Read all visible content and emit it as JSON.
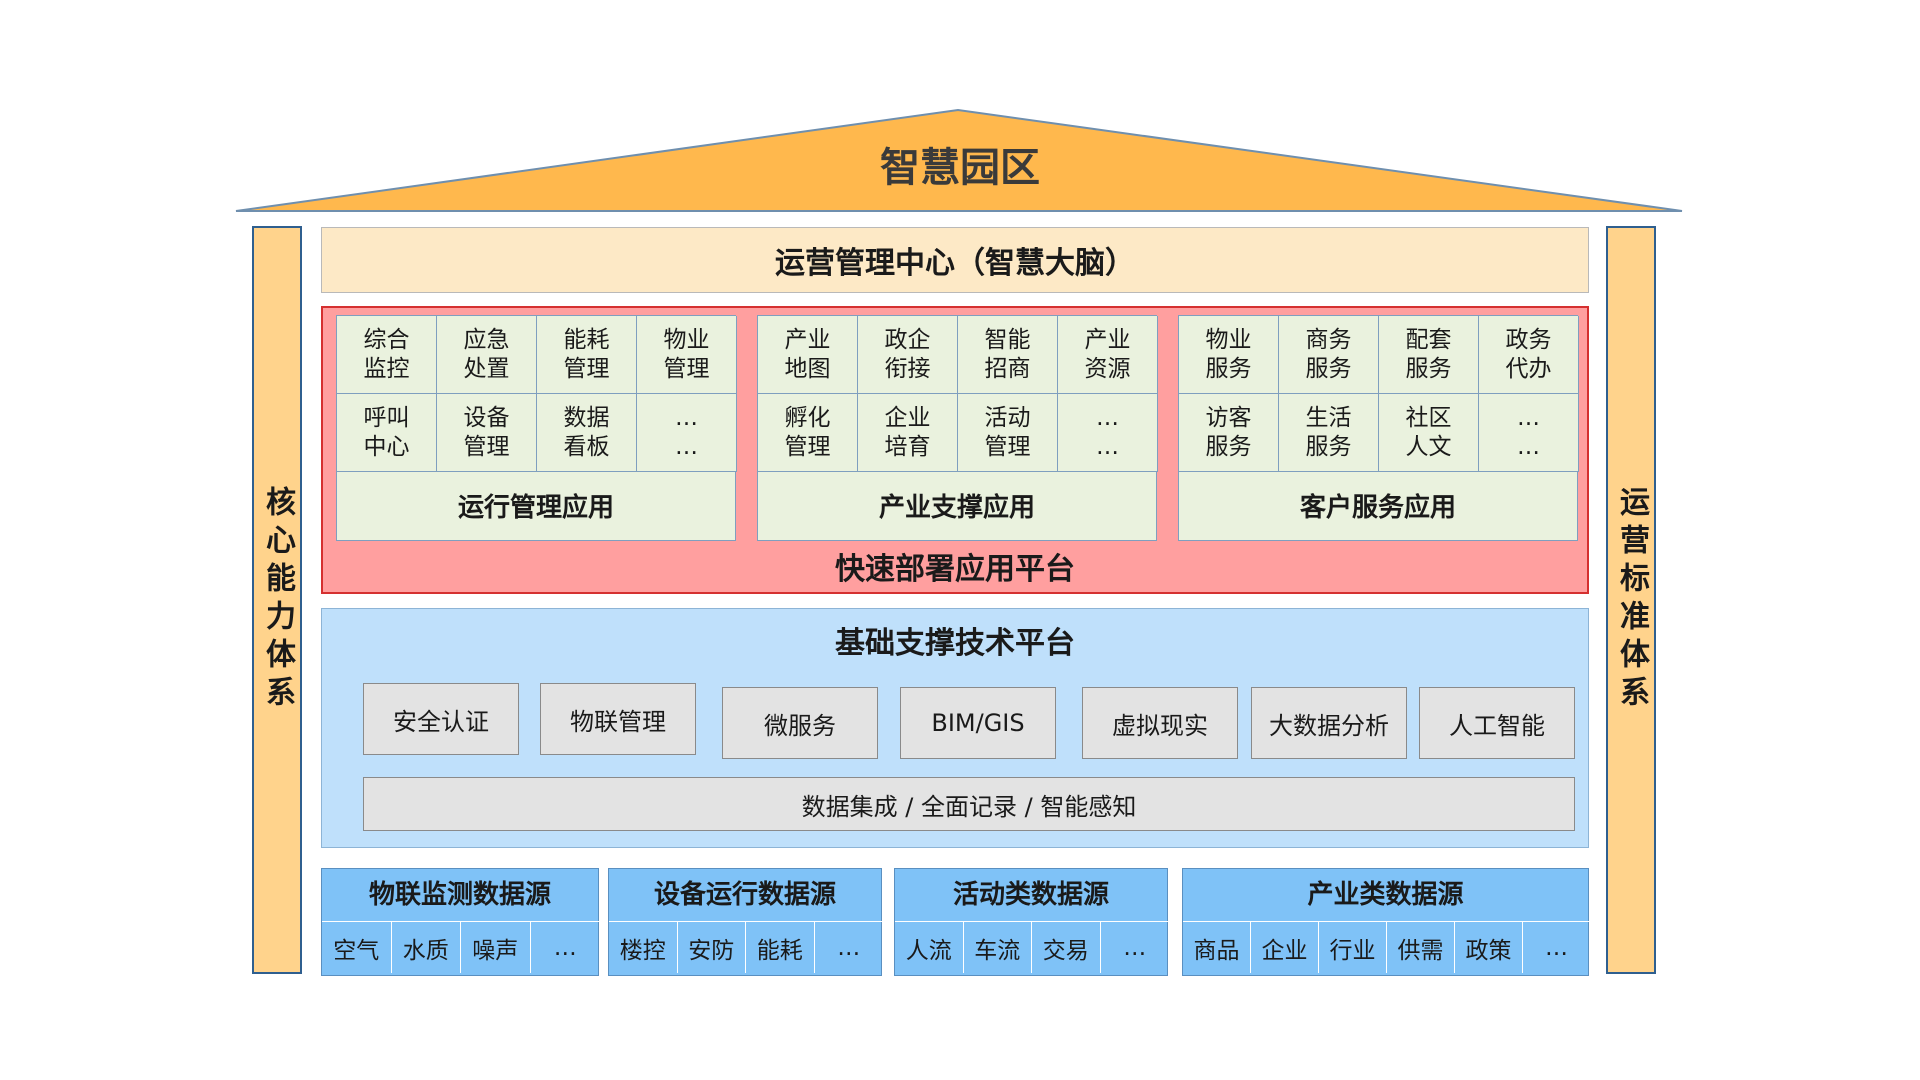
{
  "roof": {
    "title": "智慧园区"
  },
  "pillars": {
    "left": "核心能力体系",
    "right": "运营标准体系"
  },
  "ops_center": "运营管理中心（智慧大脑）",
  "platform": {
    "label": "快速部署应用平台",
    "groups": [
      {
        "label": "运行管理应用",
        "cells": [
          "综合监控",
          "应急处置",
          "能耗管理",
          "物业管理",
          "呼叫中心",
          "设备管理",
          "数据看板",
          "… …"
        ]
      },
      {
        "label": "产业支撑应用",
        "cells": [
          "产业地图",
          "政企衔接",
          "智能招商",
          "产业资源",
          "孵化管理",
          "企业培育",
          "活动管理",
          "… …"
        ]
      },
      {
        "label": "客户服务应用",
        "cells": [
          "物业服务",
          "商务服务",
          "配套服务",
          "政务代办",
          "访客服务",
          "生活服务",
          "社区人文",
          "… …"
        ]
      }
    ]
  },
  "base_platform": {
    "title": "基础支撑技术平台",
    "items": [
      "安全认证",
      "物联管理",
      "微服务",
      "BIM/GIS",
      "虚拟现实",
      "大数据分析",
      "人工智能"
    ],
    "bar": "数据集成 / 全面记录 / 智能感知"
  },
  "data_sources": [
    {
      "title": "物联监测数据源",
      "items": [
        "空气",
        "水质",
        "噪声",
        "…"
      ]
    },
    {
      "title": "设备运行数据源",
      "items": [
        "楼控",
        "安防",
        "能耗",
        "…"
      ]
    },
    {
      "title": "活动类数据源",
      "items": [
        "人流",
        "车流",
        "交易",
        "…"
      ]
    },
    {
      "title": "产业类数据源",
      "items": [
        "商品",
        "企业",
        "行业",
        "供需",
        "政策",
        "…"
      ]
    }
  ]
}
